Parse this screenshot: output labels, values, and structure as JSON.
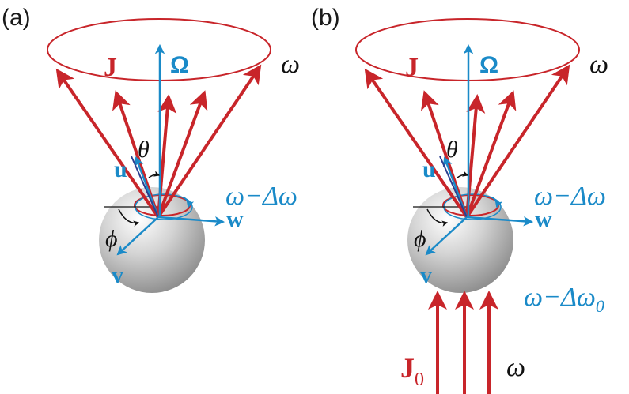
{
  "panels": [
    {
      "label": "(a)",
      "J": "J",
      "Omega": "Ω",
      "omega": "ω",
      "theta": "θ",
      "phi": "ϕ",
      "u": "u",
      "v": "v",
      "w": "w",
      "precession": "ω−Δω"
    },
    {
      "label": "(b)",
      "J": "J",
      "Omega": "Ω",
      "omega": "ω",
      "theta": "θ",
      "phi": "ϕ",
      "u": "u",
      "v": "v",
      "w": "w",
      "precession": "ω−Δω",
      "incoming_precession_base": "ω−Δω",
      "incoming_precession_sub": "0",
      "J0_base": "J",
      "J0_sub": "0",
      "incoming_omega": "ω"
    }
  ],
  "colors": {
    "red": "#c8252a",
    "blue": "#1a8ac8",
    "sphere": "#b9b9b9",
    "dark": "#111111"
  }
}
